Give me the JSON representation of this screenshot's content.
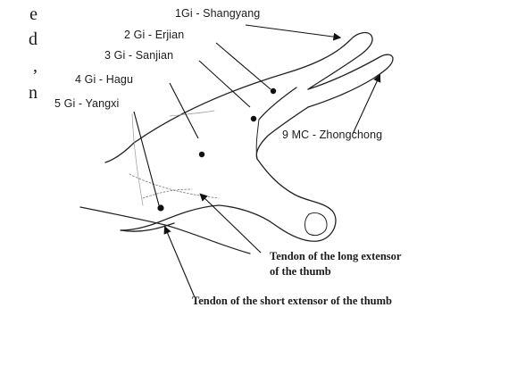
{
  "page_edge_text": [
    "e",
    "d",
    ",",
    "n"
  ],
  "points": {
    "p1": "1Gi - Shangyang",
    "p2": "2 Gi - Erjian",
    "p3": "3 Gi - Sanjian",
    "p4": "4 Gi - Hagu",
    "p5": "5 Gi - Yangxi",
    "p9": "9 MC - Zhongchong"
  },
  "tendons": {
    "long_line1": "Tendon of the long extensor",
    "long_line2": "of the thumb",
    "short": "Tendon of the short extensor of the thumb"
  }
}
